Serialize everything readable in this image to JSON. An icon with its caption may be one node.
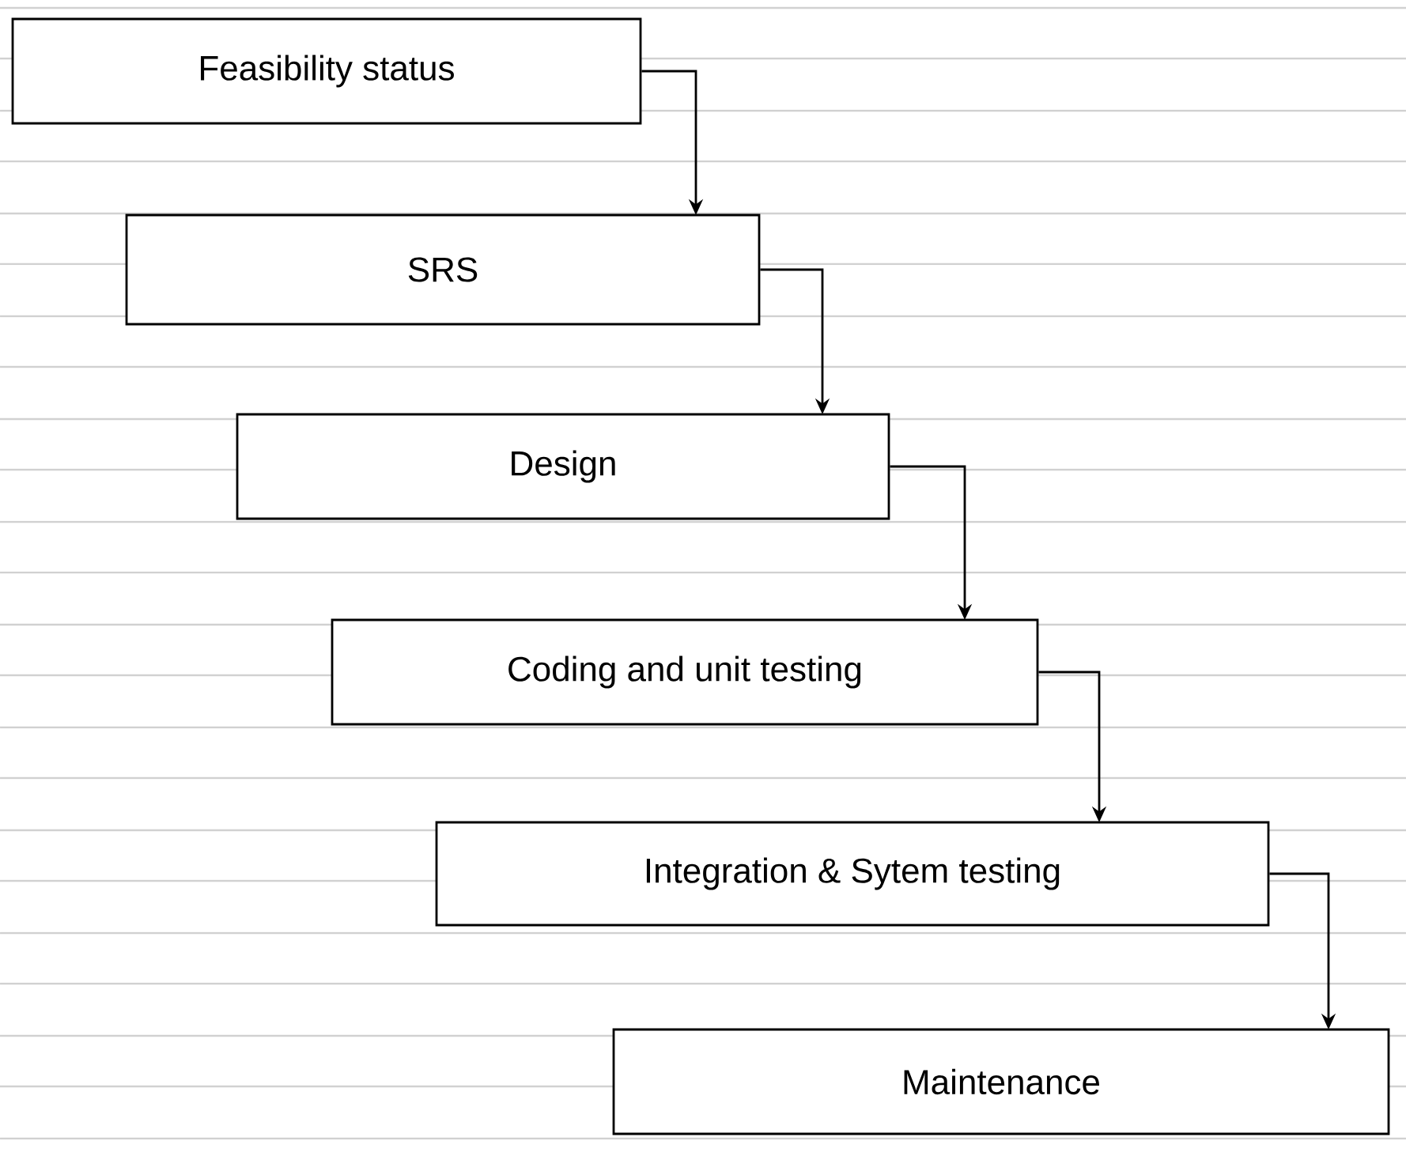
{
  "diagram": {
    "nodes": [
      {
        "text": [
          "Feasibility status"
        ]
      },
      {
        "text": [
          "SRS"
        ]
      },
      {
        "text": [
          "Design"
        ]
      },
      {
        "text": [
          "Coding and unit testing"
        ]
      },
      {
        "text": [
          "Integration & Sytem testing"
        ]
      },
      {
        "text": [
          "Maintenance"
        ]
      }
    ],
    "edges": [
      {
        "from": 0,
        "to": 1,
        "arrow": "to"
      },
      {
        "from": 1,
        "to": 2,
        "arrow": "to"
      },
      {
        "from": 2,
        "to": 3,
        "arrow": "to"
      },
      {
        "from": 3,
        "to": 4,
        "arrow": "to"
      },
      {
        "from": 4,
        "to": 5,
        "arrow": "to"
      }
    ]
  }
}
